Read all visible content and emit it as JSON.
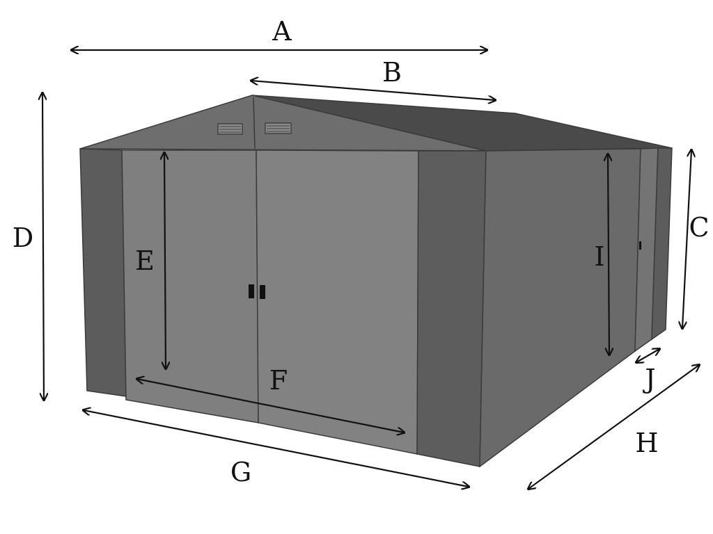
{
  "dimensions": {
    "A": "A",
    "B": "B",
    "C": "C",
    "D": "D",
    "E": "E",
    "F": "F",
    "G": "G",
    "H": "H",
    "I": "I",
    "J": "J"
  },
  "colors": {
    "roof_top": "#4a4a4a",
    "gable": "#6b6b6b",
    "front_wall": "#7a7a7a",
    "door_panel": "#808080",
    "side_wall": "#6a6a6a",
    "corner_post": "#5c5c5c",
    "handle": "#111111",
    "ink": "#111111"
  }
}
